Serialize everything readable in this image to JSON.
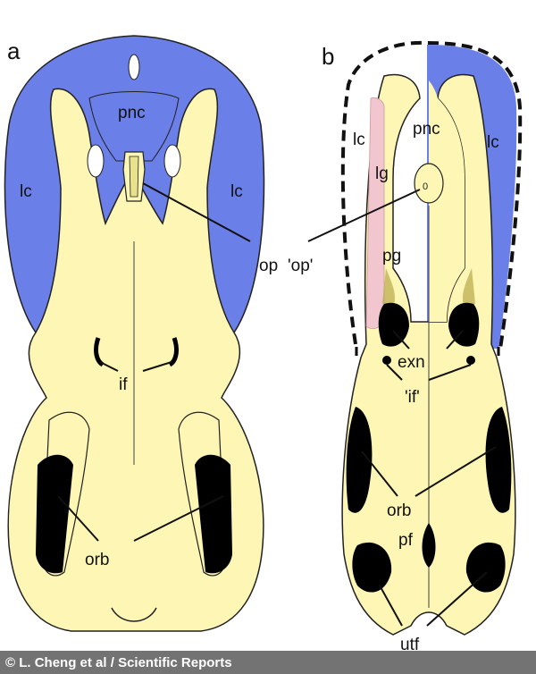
{
  "panels": {
    "a": "a",
    "b": "b"
  },
  "labels_a": {
    "pnc": "pnc",
    "lc_left": "lc",
    "lc_right": "lc",
    "op": "op",
    "if": "if",
    "orb": "orb"
  },
  "labels_b": {
    "pnc": "pnc",
    "lc_left": "lc",
    "lc_right": "lc",
    "lg": "lg",
    "op": "'op'",
    "pg": "pg",
    "exn": "exn",
    "if": "'if'",
    "orb": "orb",
    "pf": "pf",
    "utf": "utf"
  },
  "credit": "© L. Cheng et al / Scientific Reports",
  "colors": {
    "bone": "#fdf6b4",
    "lacrimal_blue": "#6b7fe8",
    "lacrimal_groove_pink": "#f2c6cf",
    "opening_black": "#000000",
    "outline": "#222222"
  }
}
